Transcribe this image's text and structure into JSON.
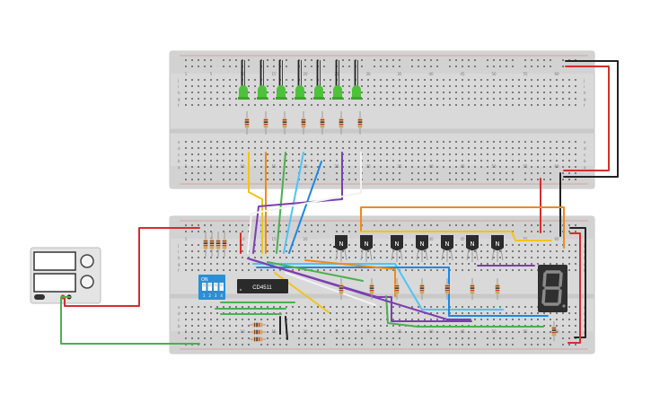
{
  "colors": {
    "board": "#d9d9d9",
    "board_edge": "#c4c4c4",
    "hole": "#7a7a7a",
    "rail_red": "#d63a3a",
    "rail_black": "#333333",
    "wire_red": "#d32f2f",
    "wire_black": "#222222",
    "wire_orange": "#ef8a1a",
    "wire_yellow": "#f2c418",
    "wire_green": "#4caf50",
    "wire_blue": "#1e88e5",
    "wire_cyan": "#4fc3f7",
    "wire_purple": "#7b3fb0",
    "wire_white": "#f2f2f2",
    "led_green": "#4ec23b",
    "transistor": "#2b2b2b",
    "dip_switch": "#2b8fd6",
    "display": "#2f2f2f",
    "segment": "#8a8a8a",
    "psu": "#e4e4e4"
  },
  "top_board": {
    "row_letters_top": [
      "j",
      "i",
      "h",
      "g",
      "f"
    ],
    "row_letters_bottom": [
      "e",
      "d",
      "c",
      "b",
      "a"
    ],
    "column_numbers": [
      "1",
      "5",
      "10",
      "15",
      "20",
      "25",
      "30",
      "35",
      "40",
      "45",
      "50",
      "55",
      "60"
    ]
  },
  "bottom_board": {
    "row_letters_top": [
      "j",
      "i",
      "h",
      "g",
      "f"
    ],
    "row_letters_bottom": [
      "e",
      "d",
      "c",
      "b",
      "a"
    ],
    "column_numbers": [
      "1",
      "5",
      "10",
      "15",
      "20",
      "25",
      "30",
      "35",
      "40",
      "45",
      "50",
      "55",
      "60"
    ]
  },
  "components": {
    "ic_label": "CD4511",
    "dip_switch_label": "ON",
    "dip_switch_numbers": [
      "1",
      "2",
      "3",
      "4"
    ],
    "transistor_labels": [
      "N",
      "N",
      "N",
      "N",
      "N",
      "N",
      "N"
    ],
    "led_count": 7,
    "display_digit": "8"
  },
  "power_supply": {
    "icon": "power-supply-icon"
  }
}
